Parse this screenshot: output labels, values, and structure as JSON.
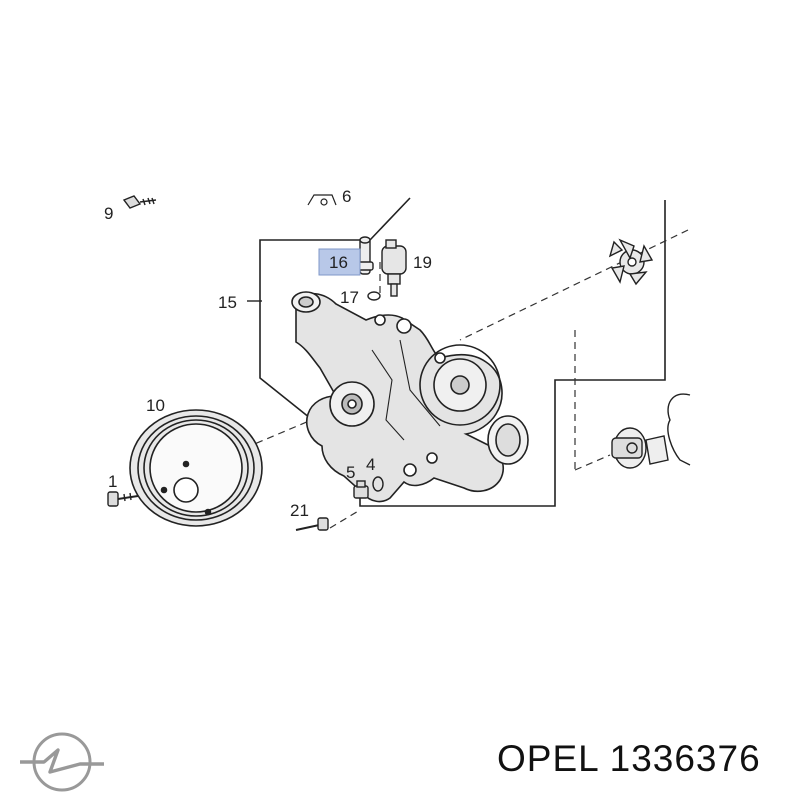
{
  "product": {
    "brand_logo_icon": "opel-blitz-logo-icon",
    "part_number_text": "OPEL 1336376"
  },
  "diagram": {
    "highlight_color": "#b8c8e8",
    "highlighted_callout": "16",
    "callouts": {
      "c9": "9",
      "c6": "6",
      "c16": "16",
      "c19": "19",
      "c15": "15",
      "c17": "17",
      "c10": "10",
      "c1": "1",
      "c5": "5",
      "c4": "4",
      "c21": "21"
    }
  }
}
